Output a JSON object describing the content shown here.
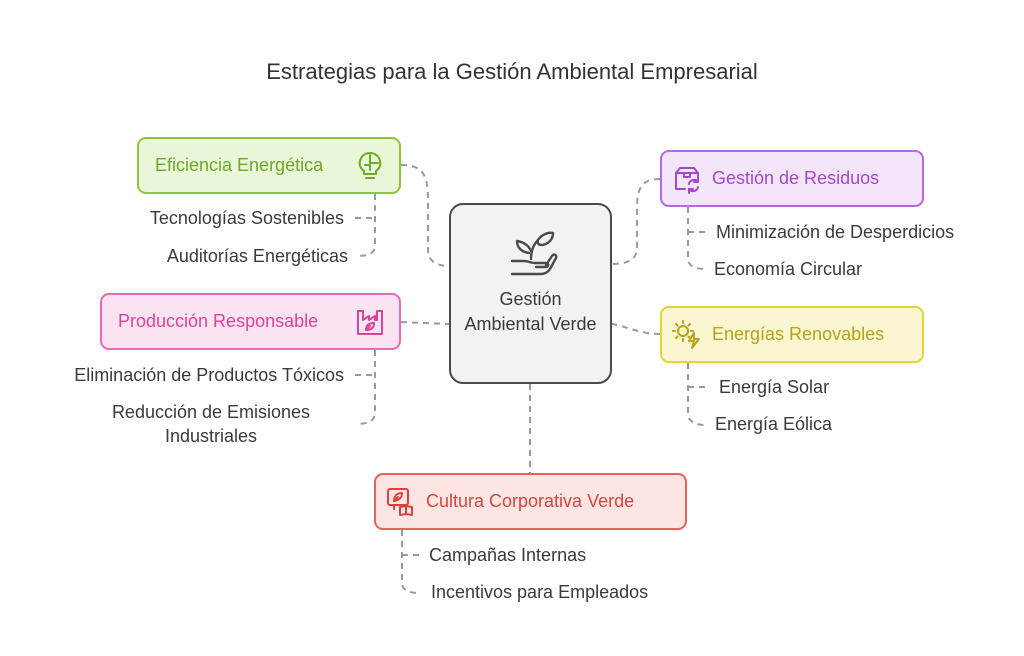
{
  "title": "Estrategias para la Gestión Ambiental Empresarial",
  "center": {
    "label": "Gestión Ambiental Verde",
    "icon": "sprout-hand-icon"
  },
  "branches": {
    "eficiencia": {
      "label": "Eficiencia Energética",
      "icon": "lightbulb-pie-icon",
      "color": "#8cc63f",
      "items": [
        "Tecnologías Sostenibles",
        "Auditorías Energéticas"
      ]
    },
    "produccion": {
      "label": "Producción Responsable",
      "icon": "factory-leaf-icon",
      "color": "#e86ab4",
      "items": [
        "Eliminación de Productos Tóxicos",
        "Reducción de Emisiones Industriales"
      ]
    },
    "residuos": {
      "label": "Gestión de Residuos",
      "icon": "box-recycle-icon",
      "color": "#b866e0",
      "items": [
        "Minimización de Desperdicios",
        "Economía Circular"
      ]
    },
    "renovables": {
      "label": "Energías Renovables",
      "icon": "sun-bolt-icon",
      "color": "#e3d23a",
      "items": [
        "Energía Solar",
        "Energía Eólica"
      ]
    },
    "cultura": {
      "label": "Cultura Corporativa Verde",
      "icon": "screen-leaf-book-icon",
      "color": "#e4635c",
      "items": [
        "Campañas Internas",
        "Incentivos para Empleados"
      ]
    }
  }
}
